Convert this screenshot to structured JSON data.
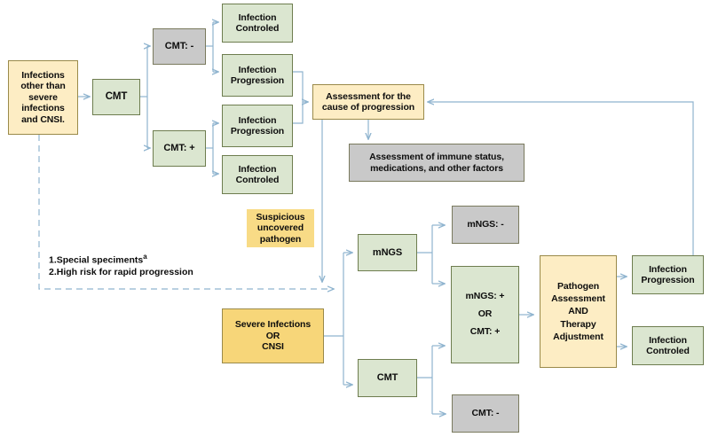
{
  "diagram": {
    "title": "Diagnostic flow for infections: CMT and mNGS pathways",
    "colors": {
      "green_fill": "#dbe6d0",
      "green_border": "#6e7d4f",
      "gray_fill": "#c9c9c9",
      "gray_border": "#7a7a5e",
      "yellow_fill": "#fdedc4",
      "yellow_deep_fill": "#f7d679",
      "yellow_flat_fill": "#f8db86",
      "yellow_border": "#9a8a4a",
      "arrow": "#8fb4cf",
      "background": "#ffffff"
    }
  },
  "nodes": {
    "start_non_severe": {
      "lines": [
        "Infections",
        "other than",
        "severe",
        "infections",
        "and CNSI."
      ]
    },
    "cmt_top": {
      "lines": [
        "CMT"
      ]
    },
    "cmt_negative": {
      "lines": [
        "CMT: -"
      ]
    },
    "cmt_positive": {
      "lines": [
        "CMT: +"
      ]
    },
    "infection_controlled_1": {
      "lines": [
        "Infection",
        "Controled"
      ]
    },
    "infection_progression_1": {
      "lines": [
        "Infection",
        "Progression"
      ]
    },
    "infection_progression_2": {
      "lines": [
        "Infection",
        "Progression"
      ]
    },
    "infection_controlled_2": {
      "lines": [
        "Infection",
        "Controled"
      ]
    },
    "assessment_cause": {
      "lines": [
        "Assessment for the",
        "cause of progression"
      ]
    },
    "assessment_immune": {
      "lines": [
        "Assessment of immune status,",
        "medications, and other factors"
      ]
    },
    "suspicious_pathogen": {
      "lines": [
        "Suspicious",
        "uncovered",
        "pathogen"
      ]
    },
    "severe_infections": {
      "lines": [
        "Severe Infections",
        "OR",
        "CNSI"
      ]
    },
    "mngs": {
      "lines": [
        "mNGS"
      ]
    },
    "cmt_bottom": {
      "lines": [
        "CMT"
      ]
    },
    "mngs_negative": {
      "lines": [
        "mNGS: -"
      ]
    },
    "mngs_pos_or_cmt_pos": {
      "lines": [
        "mNGS: +",
        "OR",
        "CMT: +"
      ]
    },
    "cmt_negative_bottom": {
      "lines": [
        "CMT: -"
      ]
    },
    "pathogen_assessment": {
      "lines": [
        "Pathogen",
        "Assessment",
        "AND",
        "Therapy",
        "Adjustment"
      ]
    },
    "infection_progression_final": {
      "lines": [
        "Infection",
        "Progression"
      ]
    },
    "infection_controlled_final": {
      "lines": [
        "Infection",
        "Controled"
      ]
    }
  },
  "annotations": {
    "criteria_line_1": "1.Special speciments",
    "criteria_line_1_sup": "a",
    "criteria_line_2": "2.High risk for rapid progression"
  }
}
